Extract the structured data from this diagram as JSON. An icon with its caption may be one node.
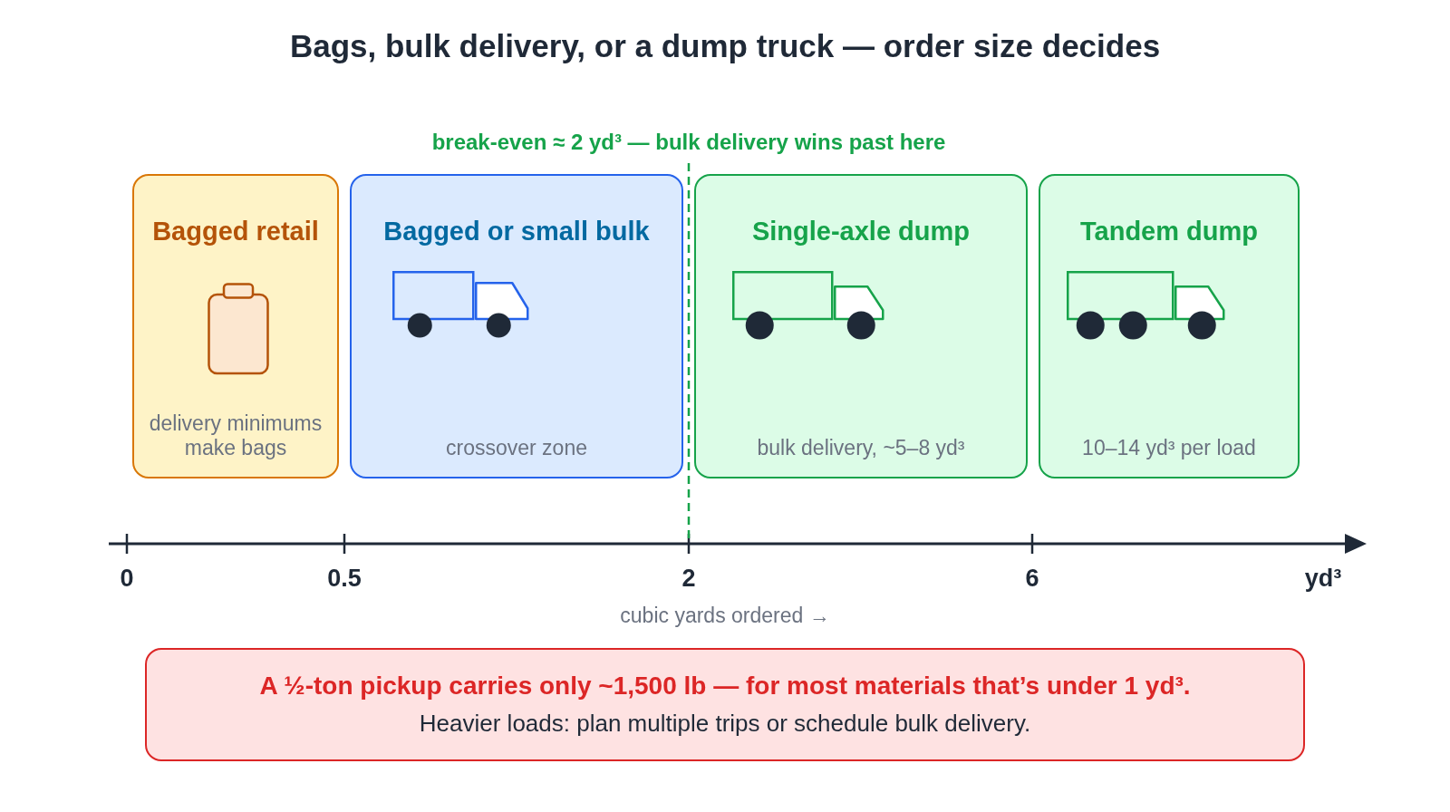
{
  "diagram": {
    "title": "Bags, bulk delivery, or a dump truck — order size decides",
    "nodes": [
      {
        "text": [
          "Bagged retail",
          "delivery minimums make bags"
        ]
      },
      {
        "text": [
          "Bagged or small bulk",
          "crossover zone"
        ]
      },
      {
        "text": [
          "Single-axle dump",
          "bulk delivery, ~5–8 yd³"
        ]
      },
      {
        "text": [
          "Tandem dump",
          "10–14 yd³ per load"
        ]
      },
      {
        "text": [
          "A ½-ton pickup carries only ~1,500 lb — for most materials that’s under 1 yd³.",
          "Heavier loads: plan multiple trips or schedule bulk delivery."
        ]
      }
    ],
    "labels": [
      "break-even ≈ 2 yd³ — bulk delivery wins past here",
      "0",
      "0.5",
      "2",
      "6",
      "yd³",
      "cubic yards ordered →"
    ]
  }
}
